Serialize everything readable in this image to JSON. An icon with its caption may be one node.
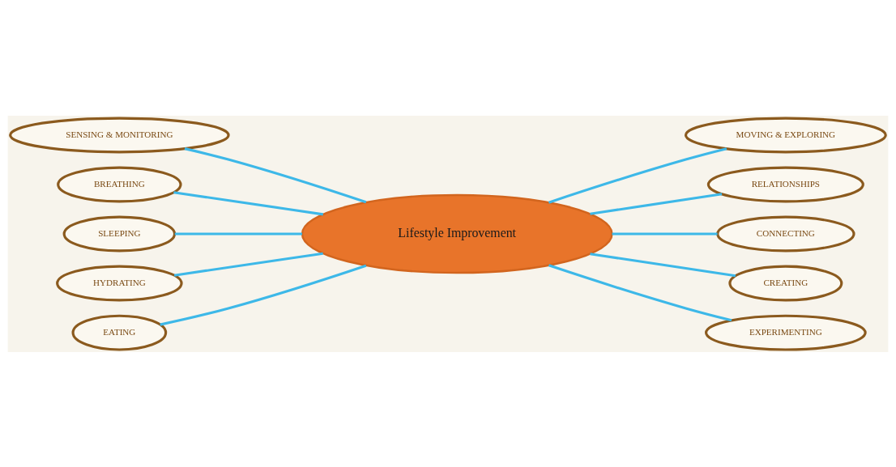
{
  "diagram": {
    "nodes": [
      {
        "text": [
          "Lifestyle Improvement"
        ]
      },
      {
        "text": [
          "SENSING & MONITORING"
        ]
      },
      {
        "text": [
          "BREATHING"
        ]
      },
      {
        "text": [
          "SLEEPING"
        ]
      },
      {
        "text": [
          "HYDRATING"
        ]
      },
      {
        "text": [
          "EATING"
        ]
      },
      {
        "text": [
          "MOVING & EXPLORING"
        ]
      },
      {
        "text": [
          "RELATIONSHIPS"
        ]
      },
      {
        "text": [
          "CONNECTING"
        ]
      },
      {
        "text": [
          "CREATING"
        ]
      },
      {
        "text": [
          "EXPERIMENTING"
        ]
      }
    ],
    "edges": [
      {
        "from": 1,
        "to": 0,
        "arrow": "none"
      },
      {
        "from": 2,
        "to": 0,
        "arrow": "none"
      },
      {
        "from": 3,
        "to": 0,
        "arrow": "none"
      },
      {
        "from": 4,
        "to": 0,
        "arrow": "none"
      },
      {
        "from": 5,
        "to": 0,
        "arrow": "none"
      },
      {
        "from": 0,
        "to": 6,
        "arrow": "none"
      },
      {
        "from": 0,
        "to": 7,
        "arrow": "none"
      },
      {
        "from": 0,
        "to": 8,
        "arrow": "none"
      },
      {
        "from": 0,
        "to": 9,
        "arrow": "none"
      },
      {
        "from": 0,
        "to": 10,
        "arrow": "none"
      }
    ]
  }
}
